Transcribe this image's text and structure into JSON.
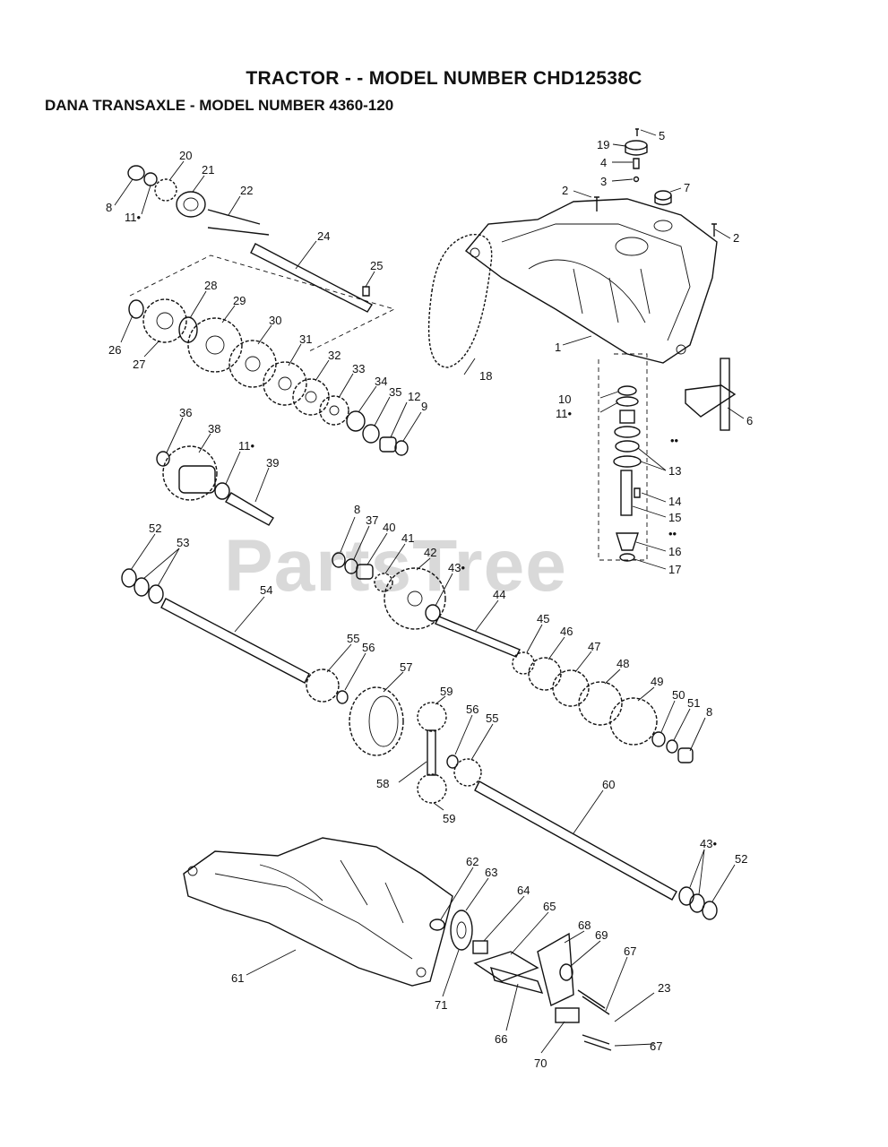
{
  "header": {
    "title": "TRACTOR - - MODEL NUMBER CHD12538C",
    "subtitle": "DANA TRANSAXLE - MODEL NUMBER 4360-120"
  },
  "watermark": "PartsTree",
  "callouts": {
    "c1": "1",
    "c2a": "2",
    "c2b": "2",
    "c3": "3",
    "c4": "4",
    "c5": "5",
    "c6": "6",
    "c7": "7",
    "c8a": "8",
    "c8b": "8",
    "c8c": "8",
    "c9": "9",
    "c10": "10",
    "c11a": "11•",
    "c11b": "11•",
    "c11c": "11•",
    "c12": "12",
    "c13": "13",
    "c14": "14",
    "c15": "15",
    "c16": "16",
    "c17": "17",
    "c18": "18",
    "c19": "19",
    "c20": "20",
    "c21": "21",
    "c22": "22",
    "c23": "23",
    "c24": "24",
    "c25": "25",
    "c26": "26",
    "c27": "27",
    "c28": "28",
    "c29": "29",
    "c30": "30",
    "c31": "31",
    "c32": "32",
    "c33": "33",
    "c34": "34",
    "c35": "35",
    "c36": "36",
    "c37": "37",
    "c38": "38",
    "c39": "39",
    "c40": "40",
    "c41": "41",
    "c42": "42",
    "c43a": "43•",
    "c43b": "43•",
    "c44": "44",
    "c45": "45",
    "c46": "46",
    "c47": "47",
    "c48": "48",
    "c49": "49",
    "c50": "50",
    "c51": "51",
    "c52a": "52",
    "c52b": "52",
    "c53": "53",
    "c54": "54",
    "c55a": "55",
    "c55b": "55",
    "c56a": "56",
    "c56b": "56",
    "c57": "57",
    "c58": "58",
    "c59a": "59",
    "c59b": "59",
    "c60": "60",
    "c61": "61",
    "c62": "62",
    "c63": "63",
    "c64": "64",
    "c65": "65",
    "c66": "66",
    "c67a": "67",
    "c67b": "67",
    "c68": "68",
    "c69": "69",
    "c70": "70",
    "c71": "71",
    "dd1": "••",
    "dd2": "••"
  }
}
